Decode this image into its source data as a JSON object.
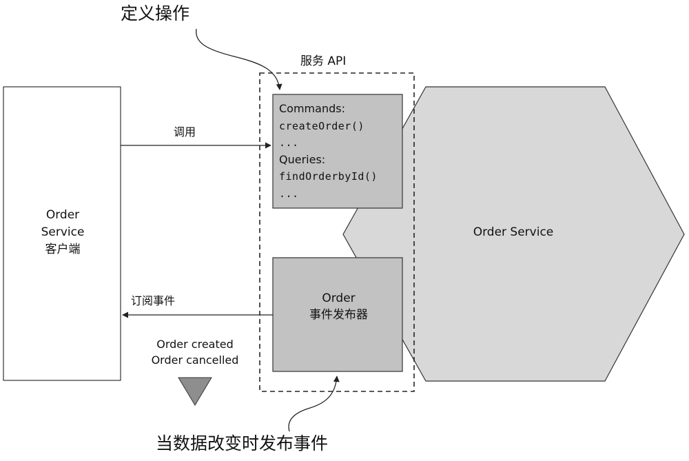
{
  "labels": {
    "define_ops": "定义操作",
    "service_api": "服务 API",
    "invoke": "调用",
    "subscribe_events": "订阅事件",
    "publish_on_change": "当数据改变时发布事件"
  },
  "client": {
    "line1": "Order",
    "line2": "Service",
    "line3": "客户端"
  },
  "api_box": {
    "commands_heading": "Commands:",
    "command_1": "createOrder()",
    "command_more": "...",
    "queries_heading": "Queries:",
    "query_1": "findOrderbyId()",
    "query_more": "..."
  },
  "publisher": {
    "line1": "Order",
    "line2": "事件发布器"
  },
  "hexagon": {
    "label": "Order Service"
  },
  "events": {
    "line1": "Order created",
    "line2": "Order cancelled"
  },
  "colors": {
    "hexagon_fill": "#d8d8d8",
    "box_fill": "#c2c2c2",
    "triangle_fill": "#8e8e8e",
    "stroke": "#222222"
  }
}
